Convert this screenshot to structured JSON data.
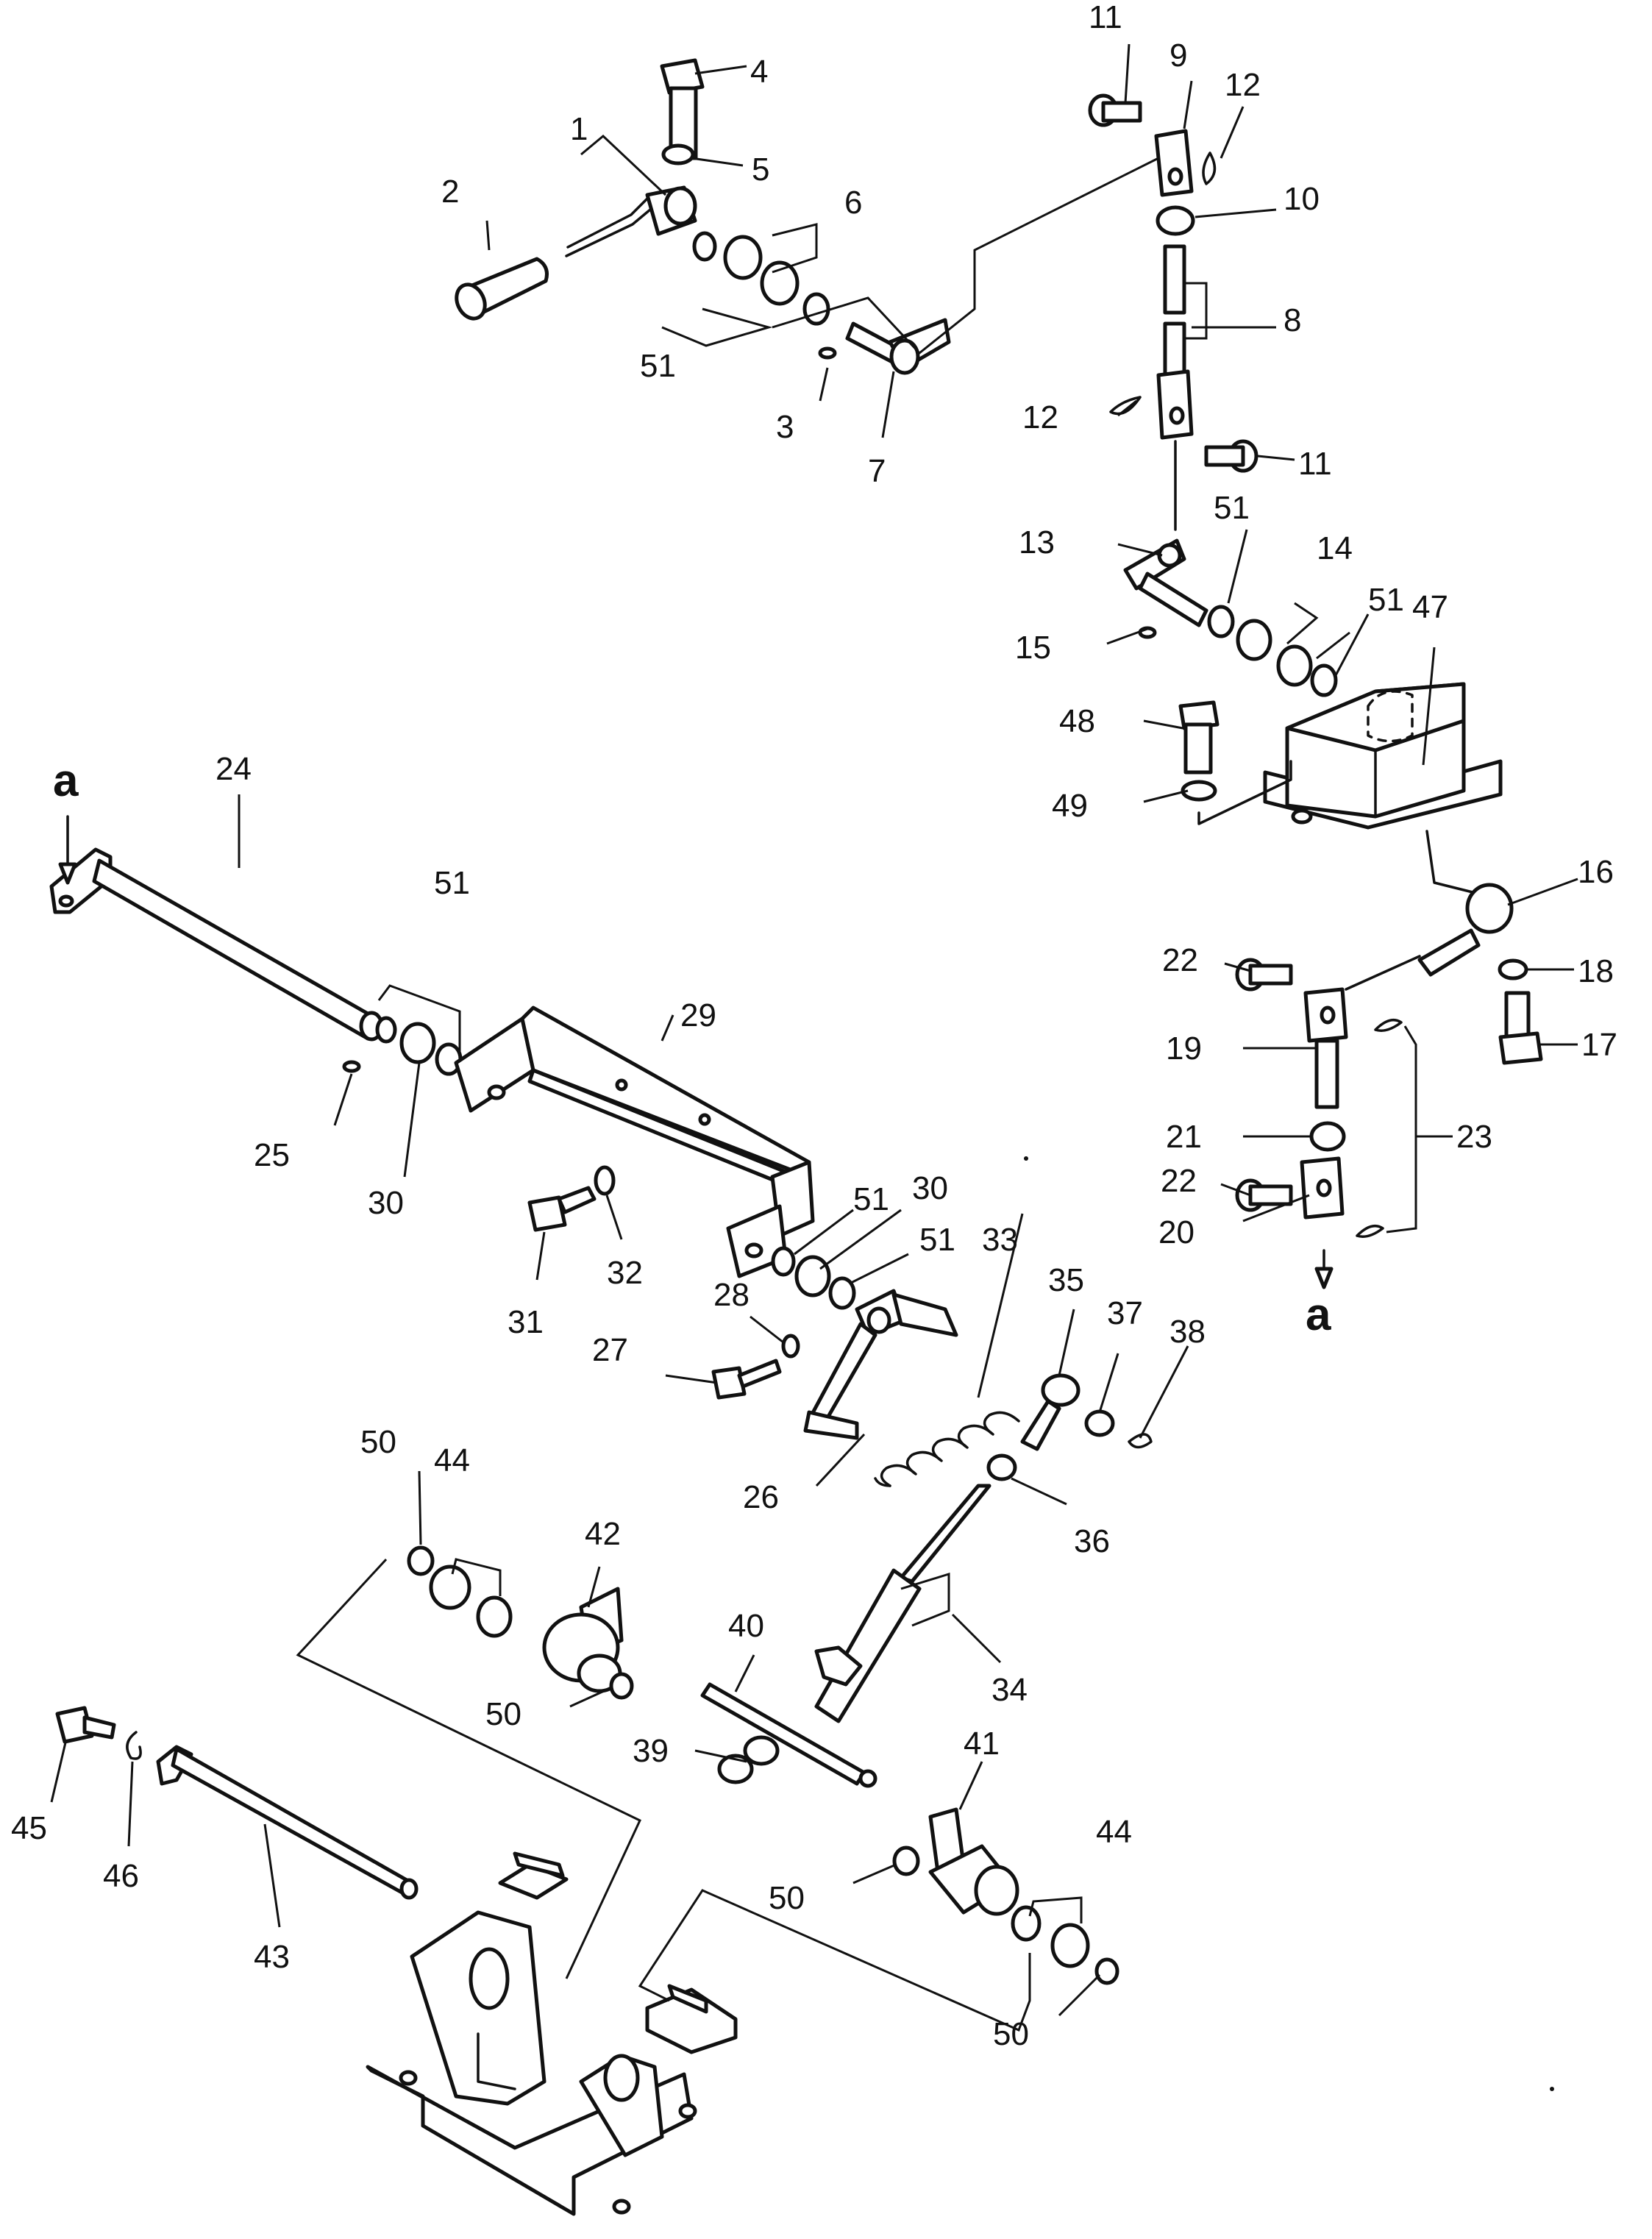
{
  "view_markers": [
    "a",
    "a"
  ],
  "callouts": [
    "1",
    "2",
    "3",
    "4",
    "5",
    "6",
    "7",
    "8",
    "9",
    "10",
    "11",
    "12",
    "11",
    "12",
    "13",
    "14",
    "15",
    "16",
    "17",
    "18",
    "19",
    "20",
    "21",
    "22",
    "22",
    "23",
    "24",
    "25",
    "26",
    "27",
    "28",
    "29",
    "30",
    "30",
    "31",
    "32",
    "33",
    "34",
    "35",
    "36",
    "37",
    "38",
    "39",
    "40",
    "41",
    "42",
    "43",
    "44",
    "44",
    "45",
    "46",
    "47",
    "48",
    "49",
    "50",
    "50",
    "50",
    "50",
    "51",
    "51",
    "51",
    "51",
    "51",
    "51"
  ]
}
